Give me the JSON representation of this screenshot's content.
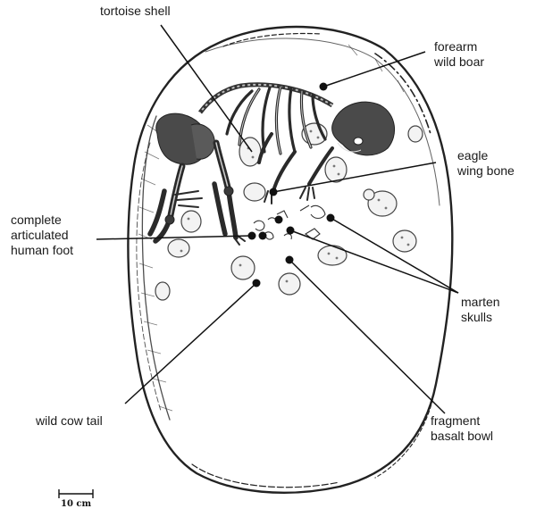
{
  "figure": {
    "labels": {
      "tortoise_shell": "tortoise shell",
      "forearm_wild_boar": [
        "forearm",
        "wild boar"
      ],
      "eagle_wing_bone": [
        "eagle",
        "wing bone"
      ],
      "human_foot": [
        "complete",
        "articulated",
        "human foot"
      ],
      "marten_skulls": [
        "marten",
        "skulls"
      ],
      "wild_cow_tail": "wild cow tail",
      "basalt_bowl": [
        "fragment",
        "basalt bowl"
      ]
    },
    "scale_bar": {
      "label": "10 cm"
    },
    "colors": {
      "ink": "#111111",
      "bone": "#3a3a3a",
      "fill": "#ffffff"
    }
  }
}
